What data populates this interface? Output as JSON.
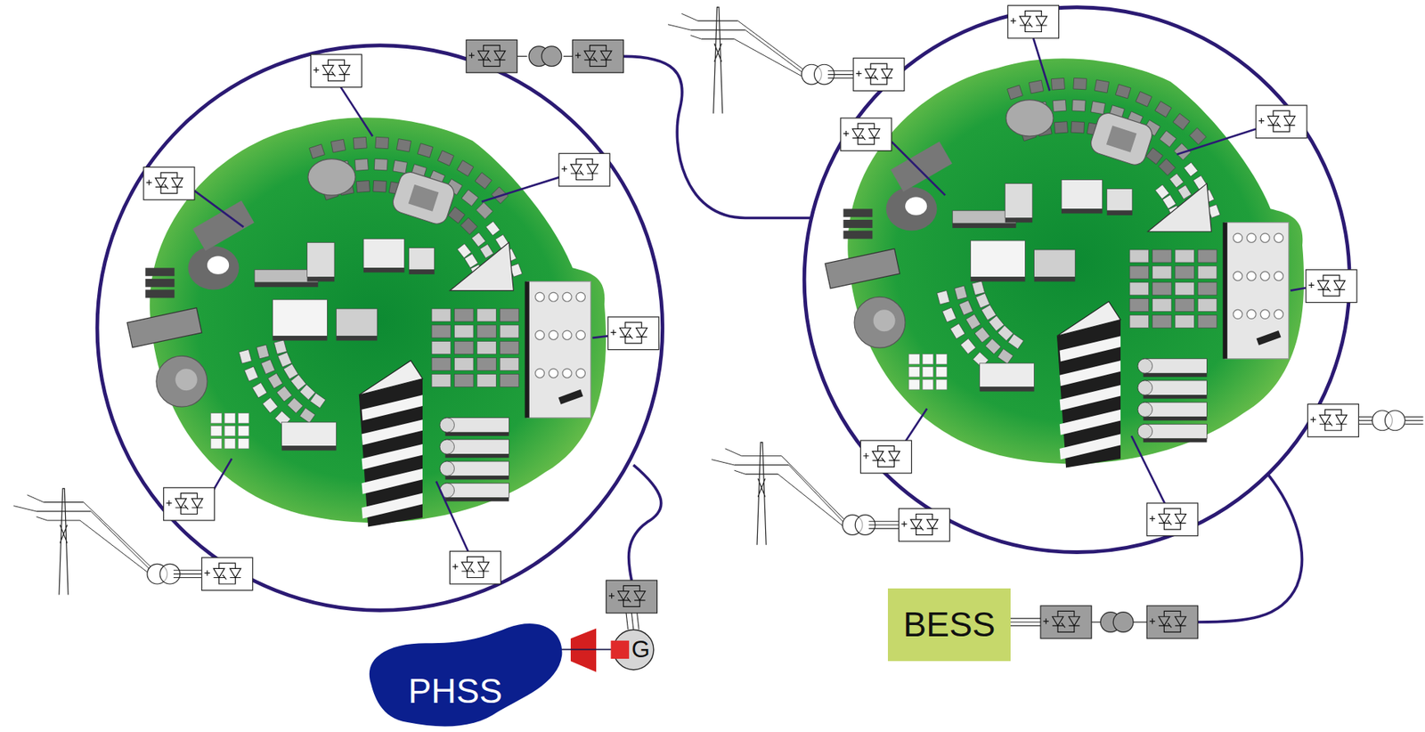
{
  "diagram": {
    "nodes": [
      {
        "text": [
          "PHSS"
        ]
      },
      {
        "text": [
          "G"
        ]
      },
      {
        "text": [
          "BESS"
        ]
      }
    ],
    "edges": [
      {
        "from": 0,
        "to": 1,
        "arrow": "none"
      }
    ]
  }
}
